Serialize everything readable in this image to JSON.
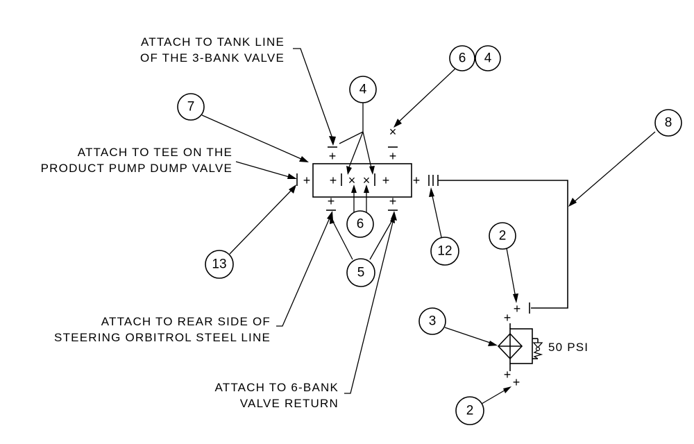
{
  "notes": {
    "tank_line_1": "ATTACH TO TANK LINE",
    "tank_line_2": "OF THE 3-BANK VALVE",
    "tee_1": "ATTACH TO TEE ON THE",
    "tee_2": "PRODUCT PUMP DUMP VALVE",
    "rear_1": "ATTACH TO REAR SIDE OF",
    "rear_2": "STEERING ORBITROL STEEL LINE",
    "bank6_1": "ATTACH TO 6-BANK",
    "bank6_2": "VALVE RETURN",
    "psi": "50 PSI"
  },
  "callouts": {
    "c6_top": "6",
    "c4_top": "4",
    "c4_mid": "4",
    "c7": "7",
    "c8": "8",
    "c6_mid": "6",
    "c13": "13",
    "c12": "12",
    "c5": "5",
    "c2_upper": "2",
    "c3": "3",
    "c2_lower": "2"
  },
  "marks": {
    "plus": "+",
    "cross": "×"
  }
}
